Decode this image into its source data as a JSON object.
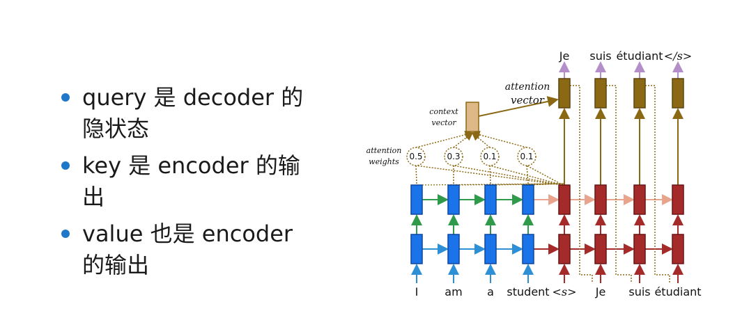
{
  "bullets": [
    {
      "text": "query 是 decoder 的隐状态"
    },
    {
      "text": "key 是 encoder 的输出"
    },
    {
      "text": "value 也是 encoder 的输出"
    }
  ],
  "diagram": {
    "input_tokens": [
      "I",
      "am",
      "a",
      "student",
      "<s>",
      "Je",
      "suis",
      "étudiant"
    ],
    "output_tokens": [
      "Je",
      "suis",
      "étudiant",
      "</s>"
    ],
    "attention_weights": [
      "0.5",
      "0.3",
      "0.1",
      "0.1"
    ],
    "labels": {
      "attention_vector_line1": "attention",
      "attention_vector_line2": "vector",
      "context_vector_line1": "context",
      "context_vector_line2": "vector",
      "attention_weights_line1": "attention",
      "attention_weights_line2": "weights"
    },
    "colors": {
      "encoder": "#1a73e8",
      "decoder": "#a52a2a",
      "attention": "#8b6914",
      "context": "#deb887",
      "output_arrow": "#b48ec9",
      "enc_h_top": "#2e9a4a",
      "enc_h_bottom": "#2d8fd5",
      "dec_h_top": "#e8a48c",
      "dec_h_bottom": "#a52a2a"
    }
  }
}
